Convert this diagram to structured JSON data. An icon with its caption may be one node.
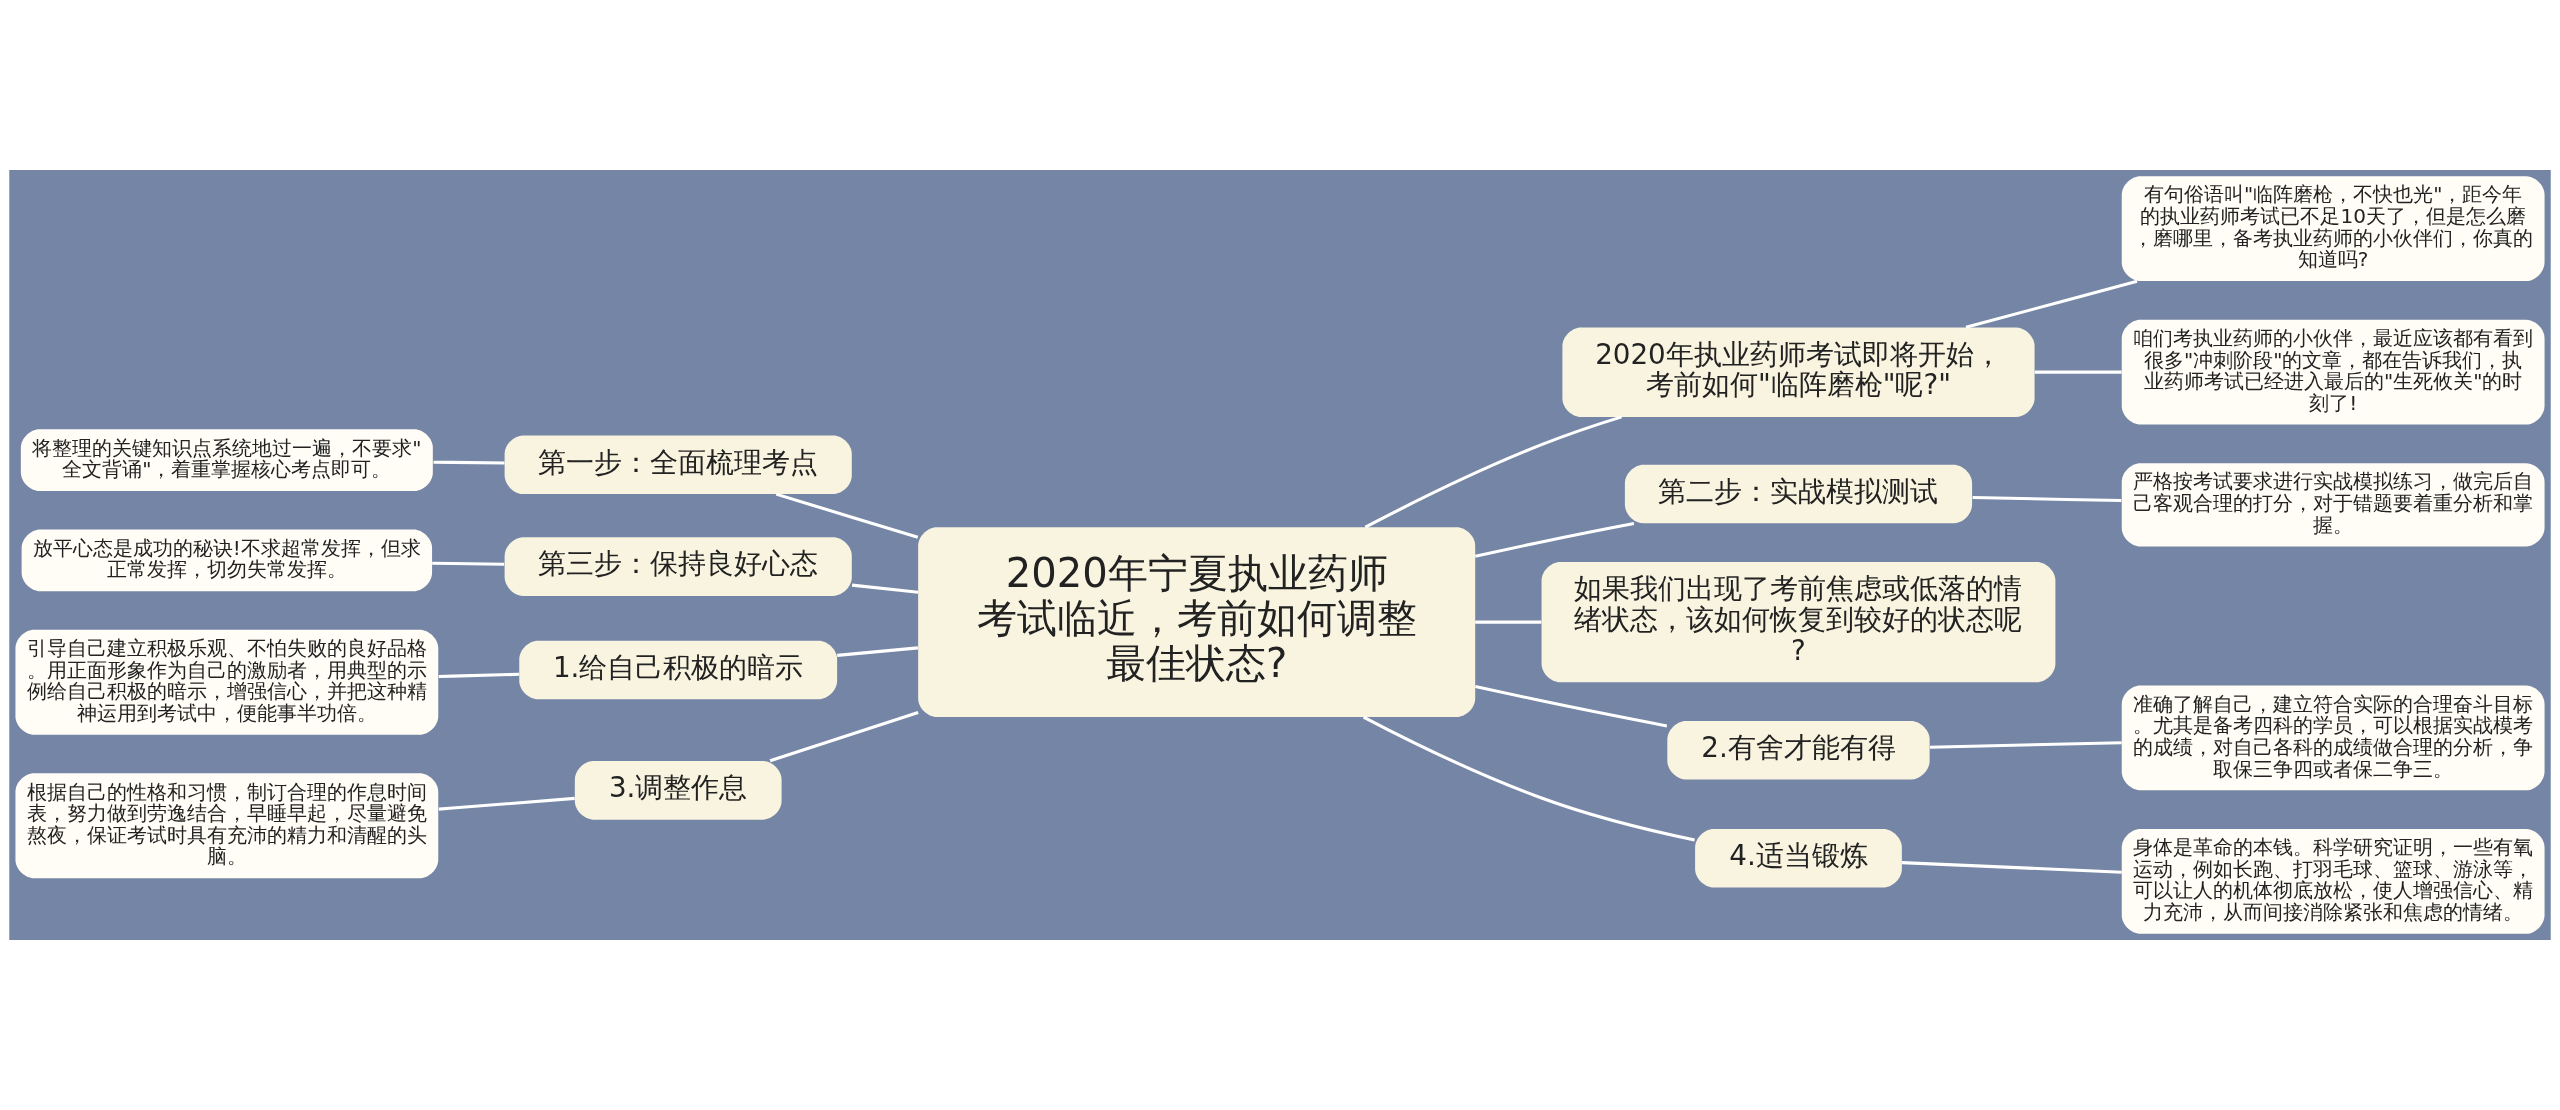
{
  "diagram": {
    "nodes": [
      {
        "text": [
          "2020年宁夏执业药师考试临近，考前如何调整最佳状态?"
        ]
      },
      {
        "text": [
          "2020年执业药师考试即将开始，考前如何\"临阵磨枪\"呢?\""
        ]
      },
      {
        "text": [
          "有句俗语叫\"临阵磨枪，不快也光\"，距今年的执业药师考试已不足10天了，但是怎么磨，磨哪里，备考执业药师的小伙伴们，你真的知道吗?"
        ]
      },
      {
        "text": [
          "咱们考执业药师的小伙伴，最近应该都有看到很多\"冲刺阶段\"的文章，都在告诉我们，执业药师考试已经进入最后的\"生死攸关\"的时刻了!"
        ]
      },
      {
        "text": [
          "第二步：实战模拟测试"
        ]
      },
      {
        "text": [
          "严格按考试要求进行实战模拟练习，做完后自己客观合理的打分，对于错题要着重分析和掌握。"
        ]
      },
      {
        "text": [
          "如果我们出现了考前焦虑或低落的情绪状态，该如何恢复到较好的状态呢?"
        ]
      },
      {
        "text": [
          "2.有舍才能有得"
        ]
      },
      {
        "text": [
          "准确了解自己，建立符合实际的合理奋斗目标。尤其是备考四科的学员，可以根据实战模考的成绩，对自己各科的成绩做合理的分析，争取保三争四或者保二争三。"
        ]
      },
      {
        "text": [
          "4.适当锻炼"
        ]
      },
      {
        "text": [
          "身体是革命的本钱。科学研究证明，一些有氧运动，例如长跑、打羽毛球、篮球、游泳等，可以让人的机体彻底放松，使人增强信心、精力充沛，从而间接消除紧张和焦虑的情绪。"
        ]
      },
      {
        "text": [
          "第一步：全面梳理考点"
        ]
      },
      {
        "text": [
          "将整理的关键知识点系统地过一遍，不要求\"全文背诵\"，着重掌握核心考点即可。"
        ]
      },
      {
        "text": [
          "第三步：保持良好心态"
        ]
      },
      {
        "text": [
          "放平心态是成功的秘诀!不求超常发挥，但求正常发挥，切勿失常发挥。"
        ]
      },
      {
        "text": [
          "1.给自己积极的暗示"
        ]
      },
      {
        "text": [
          "引导自己建立积极乐观、不怕失败的良好品格。用正面形象作为自己的激励者，用典型的示例给自己积极的暗示，增强信心，并把这种精神运用到考试中，便能事半功倍。"
        ]
      },
      {
        "text": [
          "3.调整作息"
        ]
      },
      {
        "text": [
          "根据自己的性格和习惯，制订合理的作息时间表，努力做到劳逸结合，早睡早起，尽量避免熬夜，保证考试时具有充沛的精力和清醒的头脑。"
        ]
      }
    ],
    "edges": [
      {
        "from": 0,
        "to": 1,
        "arrow": "none"
      },
      {
        "from": 1,
        "to": 2,
        "arrow": "none"
      },
      {
        "from": 1,
        "to": 3,
        "arrow": "none"
      },
      {
        "from": 0,
        "to": 4,
        "arrow": "none"
      },
      {
        "from": 4,
        "to": 5,
        "arrow": "none"
      },
      {
        "from": 0,
        "to": 6,
        "arrow": "none"
      },
      {
        "from": 0,
        "to": 7,
        "arrow": "none"
      },
      {
        "from": 7,
        "to": 8,
        "arrow": "none"
      },
      {
        "from": 0,
        "to": 9,
        "arrow": "none"
      },
      {
        "from": 9,
        "to": 10,
        "arrow": "none"
      },
      {
        "from": 12,
        "to": 11,
        "arrow": "none"
      },
      {
        "from": 11,
        "to": 0,
        "arrow": "none"
      },
      {
        "from": 14,
        "to": 13,
        "arrow": "none"
      },
      {
        "from": 13,
        "to": 0,
        "arrow": "none"
      },
      {
        "from": 16,
        "to": 15,
        "arrow": "none"
      },
      {
        "from": 15,
        "to": 0,
        "arrow": "none"
      },
      {
        "from": 18,
        "to": 17,
        "arrow": "none"
      },
      {
        "from": 17,
        "to": 0,
        "arrow": "none"
      }
    ]
  }
}
